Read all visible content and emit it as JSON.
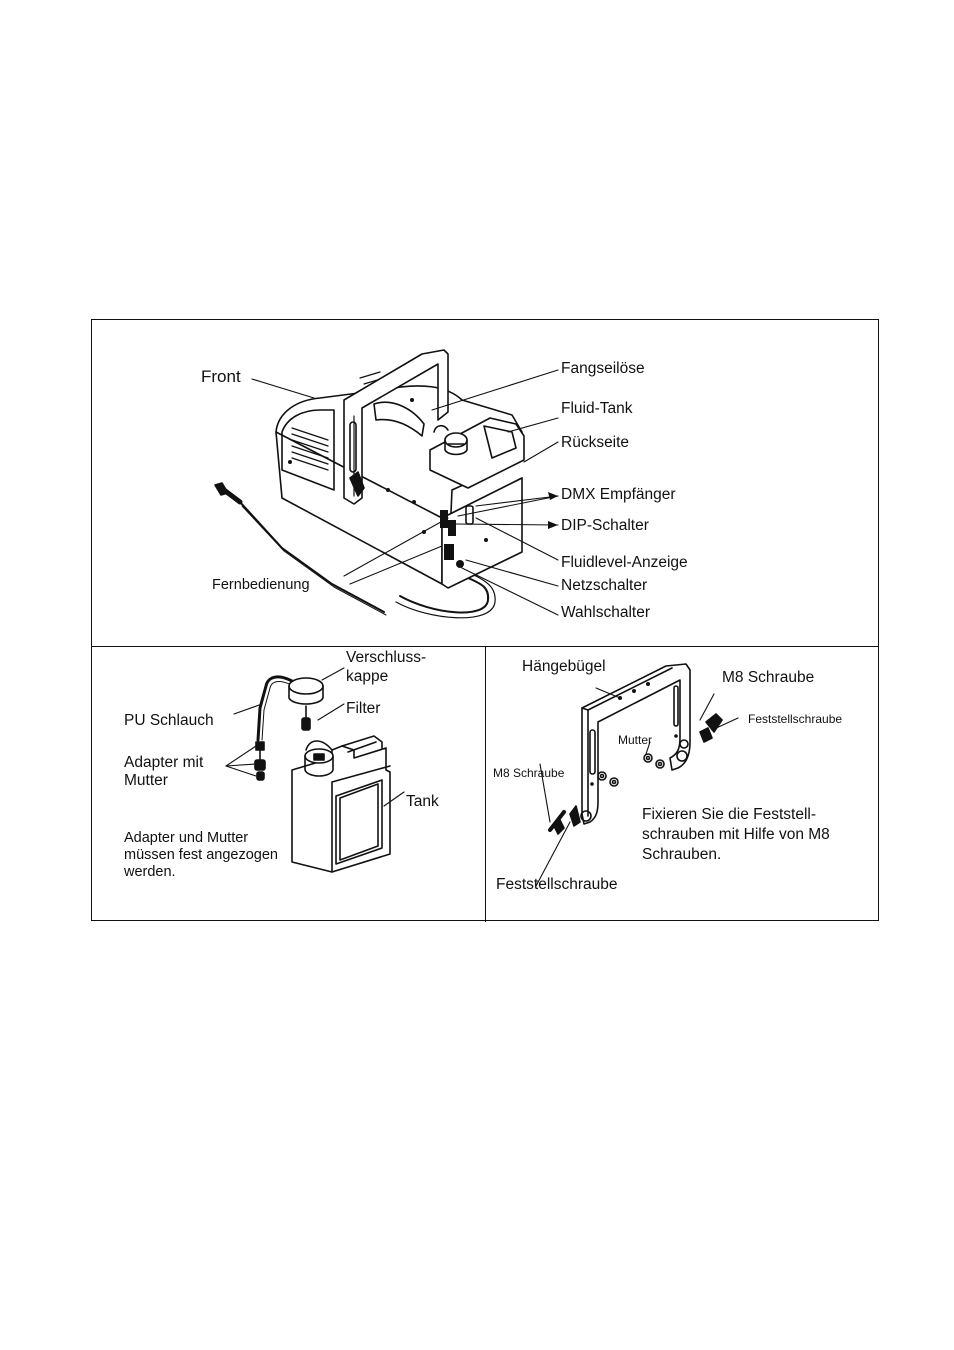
{
  "top_panel": {
    "labels": {
      "front": "Front",
      "fangseiloese": "Fangseilöse",
      "fluid_tank": "Fluid-Tank",
      "rueckseite": "Rückseite",
      "dmx": "DMX Empfänger",
      "dip": "DIP-Schalter",
      "fluidlevel": "Fluidlevel-Anzeige",
      "netzschalter": "Netzschalter",
      "wahlschalter": "Wahlschalter",
      "fernbedienung": "Fernbedienung"
    }
  },
  "left_panel": {
    "labels": {
      "verschluss_line1": "Verschluss-",
      "verschluss_line2": "kappe",
      "filter": "Filter",
      "pu_schlauch": "PU Schlauch",
      "adapter_line1": "Adapter mit",
      "adapter_line2": "Mutter",
      "tank": "Tank",
      "note_line1": "Adapter und Mutter",
      "note_line2": "müssen fest angezogen",
      "note_line3": "werden."
    }
  },
  "right_panel": {
    "labels": {
      "haengebuegel": "Hängebügel",
      "m8_top": "M8 Schraube",
      "feststell_top": "Feststellschraube",
      "mutter": "Mutter",
      "m8_left": "M8 Schraube",
      "fix_line1": "Fixieren Sie die Feststell-",
      "fix_line2": "schrauben mit Hilfe von M8",
      "fix_line3": "Schrauben.",
      "feststell_bottom": "Feststellschraube"
    }
  }
}
